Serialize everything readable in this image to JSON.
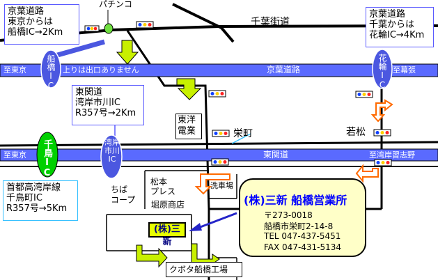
{
  "pachinko": "パチンコ",
  "chiba_kaido": "千葉街道",
  "keiyo_road_label": "京葉道路",
  "higashi_kantodo": "東関道",
  "box_funabashi": {
    "l1": "京葉道路",
    "l2": "東京からは",
    "l3": "船橋IC→2Km"
  },
  "box_hanawa": {
    "l1": "京葉道路",
    "l2": "千葉からは",
    "l3": "花輪IC→4Km"
  },
  "box_wangan": {
    "l1": "東関道",
    "l2": "湾岸市川IC",
    "l3": "R357号→2Km"
  },
  "box_shuto": {
    "l1": "首都高湾岸線",
    "l2": "千鳥町IC",
    "l3": "R357号→5Km"
  },
  "to_tokyo_top": "至東京",
  "no_exit": "上りは出口ありません",
  "to_makuhari": "至幕張",
  "to_tokyo_bottom": "至東京",
  "to_narashino": "至湾岸習志野",
  "ic_funabashi": "船橋IC",
  "ic_hanawa": "花輪IC",
  "ic_chidori": "千鳥IC",
  "ic_wangan_ichikawa": "湾岸市川IC",
  "toyo_denki": {
    "l1": "東洋",
    "l2": "電業"
  },
  "sakaecho": "栄町",
  "wakamatsu": "若松",
  "matsumoto_press": {
    "l1": "松本",
    "l2": "プレス"
  },
  "chiba_coop": {
    "l1": "ちば",
    "l2": "コープ"
  },
  "sakahara": "堀原商店",
  "car_wash": "洗車場",
  "kubota": "クボタ船橋工場",
  "sanshin_label": "(株)三新",
  "company": {
    "name": "(株)三新 船橋営業所",
    "postal": "〒273-0018",
    "address": "船橋市栄町2-14-8",
    "tel": "TEL 047-437-5451",
    "fax": "FAX 047-431-5134"
  },
  "colors": {
    "expressway": "#5a6aff",
    "road": "#000000",
    "arrow_green": "#c8f000",
    "arrow_orange": "#ff6a00",
    "ic_purple": "#4b57e0",
    "ic_green": "#00d000",
    "pointer": "#2424c8"
  }
}
